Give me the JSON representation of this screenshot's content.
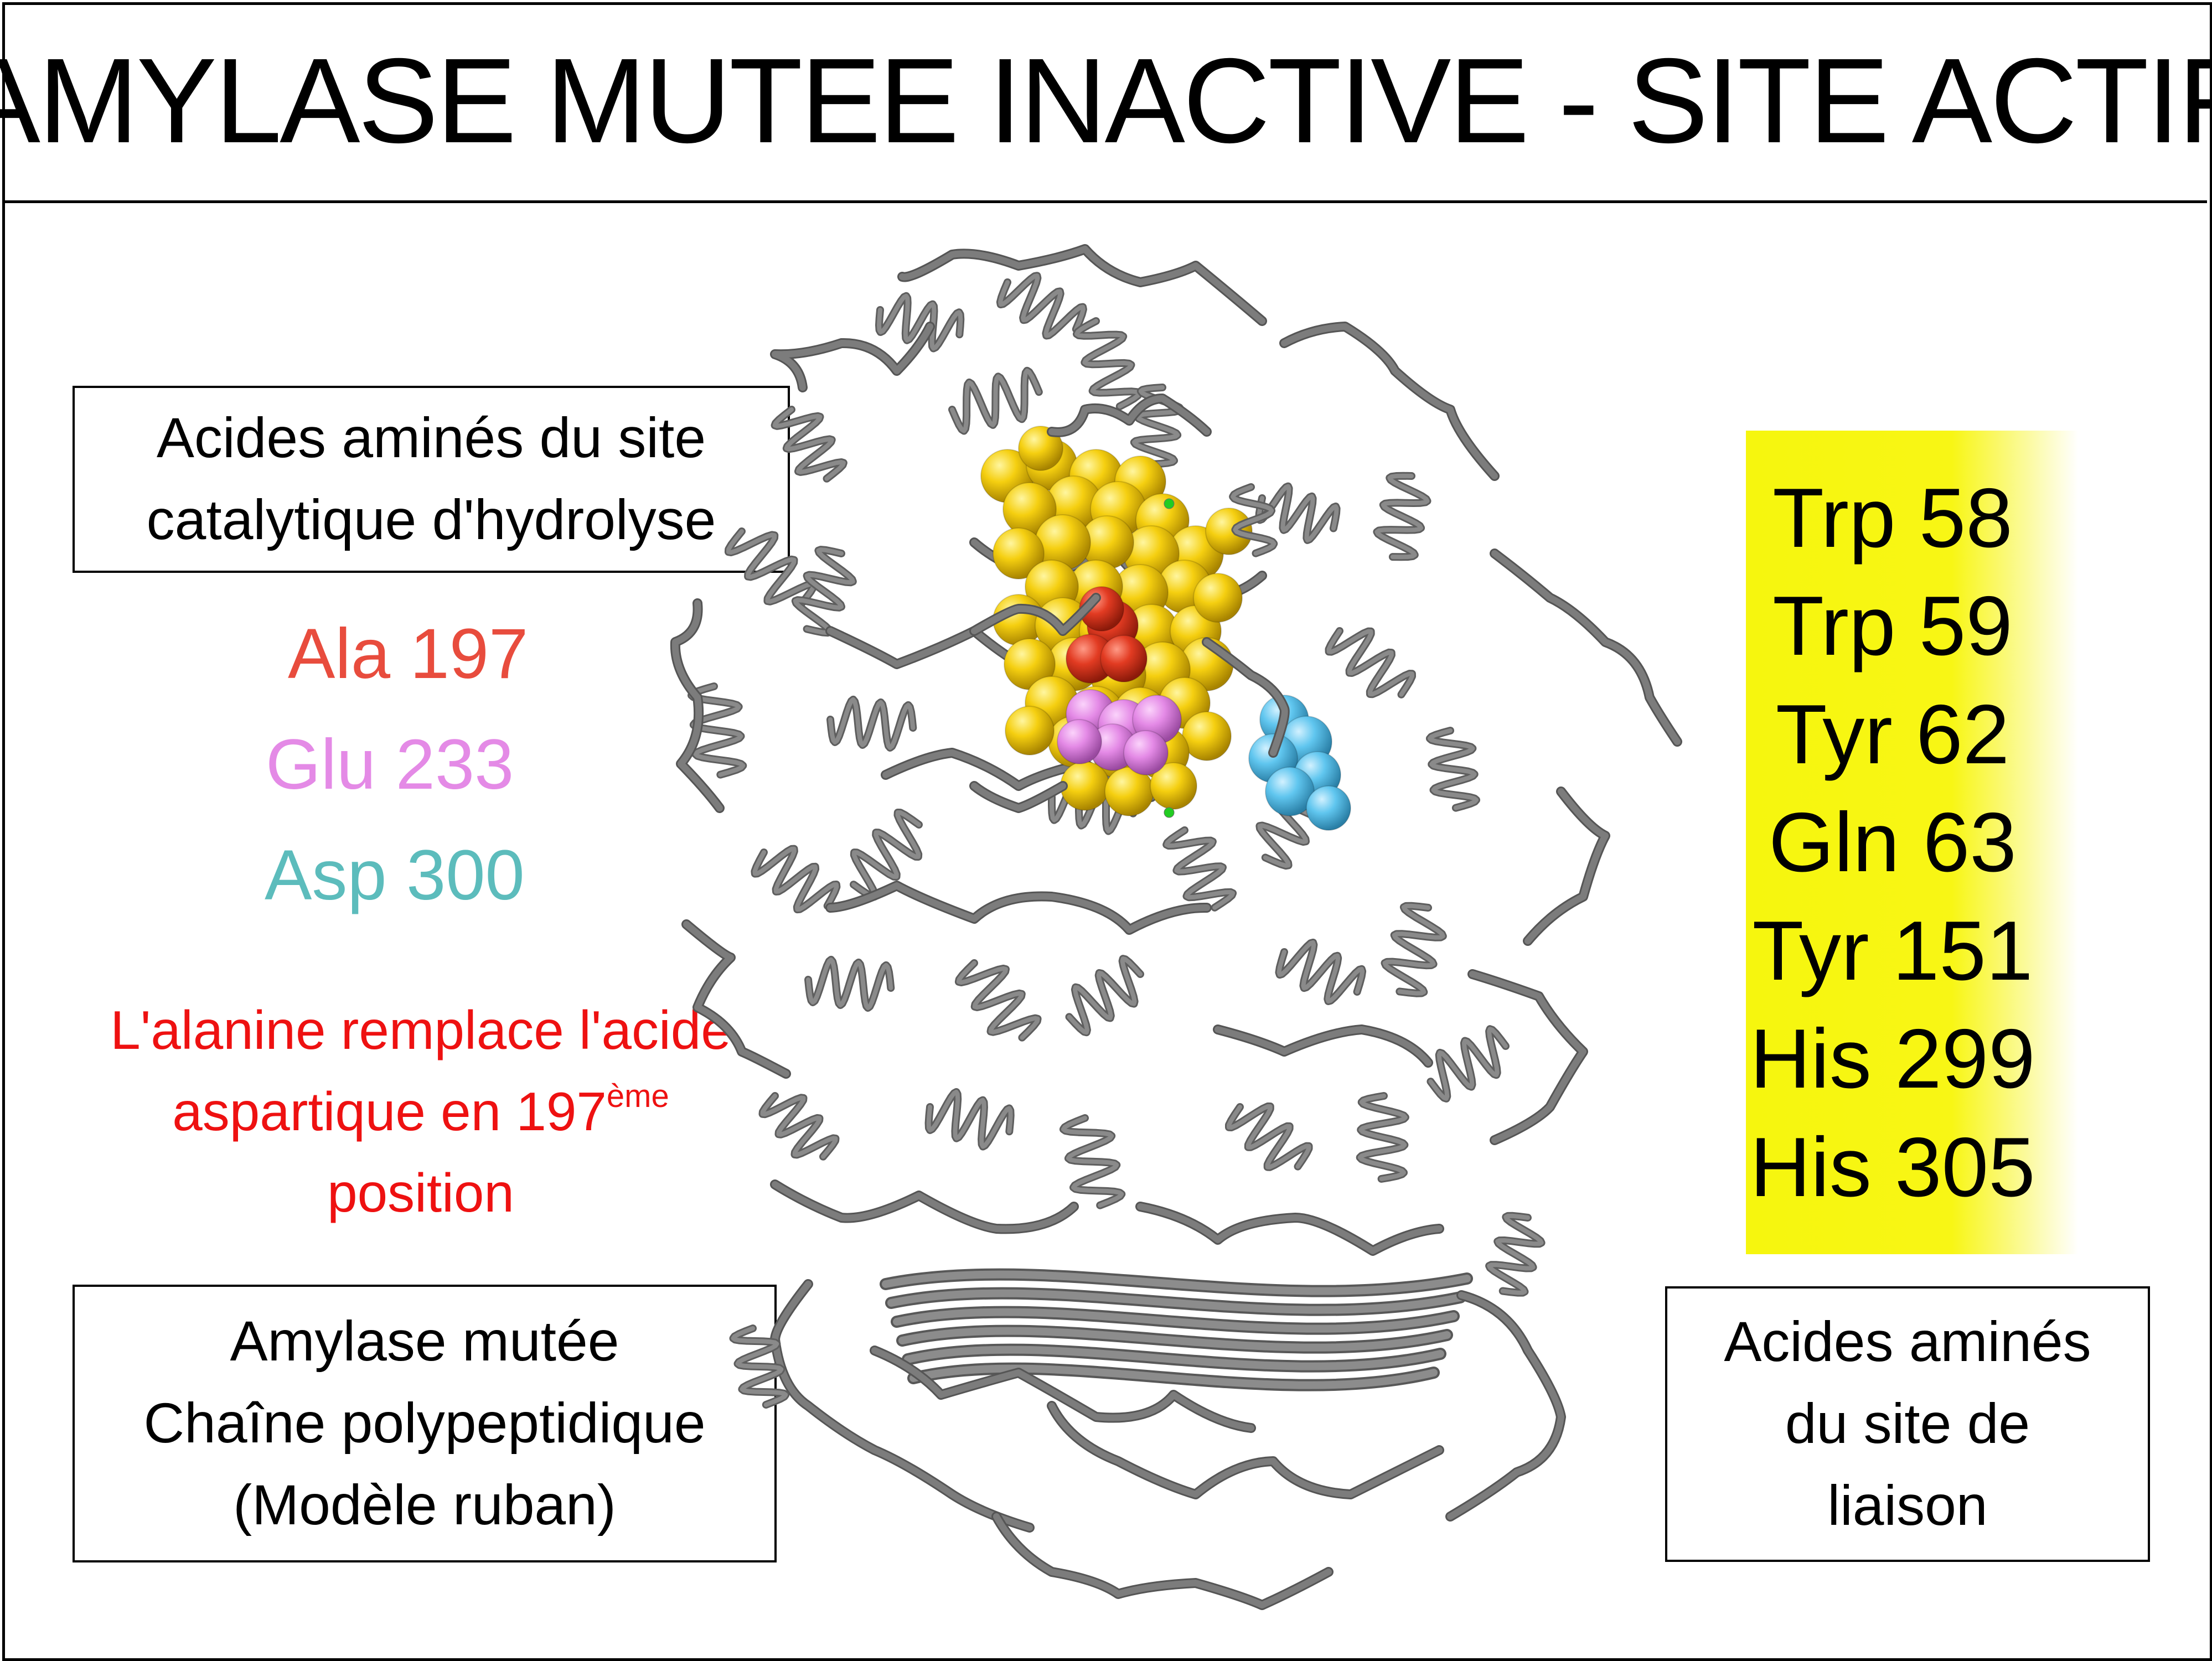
{
  "title": "AMYLASE MUTEE INACTIVE - SITE ACTIF",
  "catalytic_site": {
    "label_lines": [
      "Acides aminés du site",
      "catalytique d'hydrolyse"
    ],
    "residues": [
      {
        "label": "Ala 197",
        "color": "#e84c3d"
      },
      {
        "label": "Glu 233",
        "color": "#e48ae6"
      },
      {
        "label": "Asp 300",
        "color": "#5cbcbc"
      }
    ]
  },
  "mutation_note": {
    "line1": "L'alanine remplace l'acide",
    "line2": "aspartique en 197",
    "superscript": "ème",
    "line3": "position",
    "color": "#ee1111"
  },
  "model_box": {
    "lines": [
      "Amylase mutée",
      "Chaîne polypeptidique",
      "(Modèle ruban)"
    ]
  },
  "binding_site": {
    "residues": [
      "Trp 58",
      "Trp 59",
      "Tyr 62",
      "Gln 63",
      "Tyr 151",
      "His 299",
      "His 305"
    ],
    "label_lines": [
      "Acides aminés",
      "du site de",
      "liaison"
    ],
    "highlight_color": "#f6f60e"
  },
  "colors": {
    "ribbon": "#707070",
    "binding_site_spheres": "#f5cf10",
    "ala_sphere": "#e23b22",
    "glu_sphere": "#e48ae6",
    "asp_sphere": "#60c6ef"
  }
}
